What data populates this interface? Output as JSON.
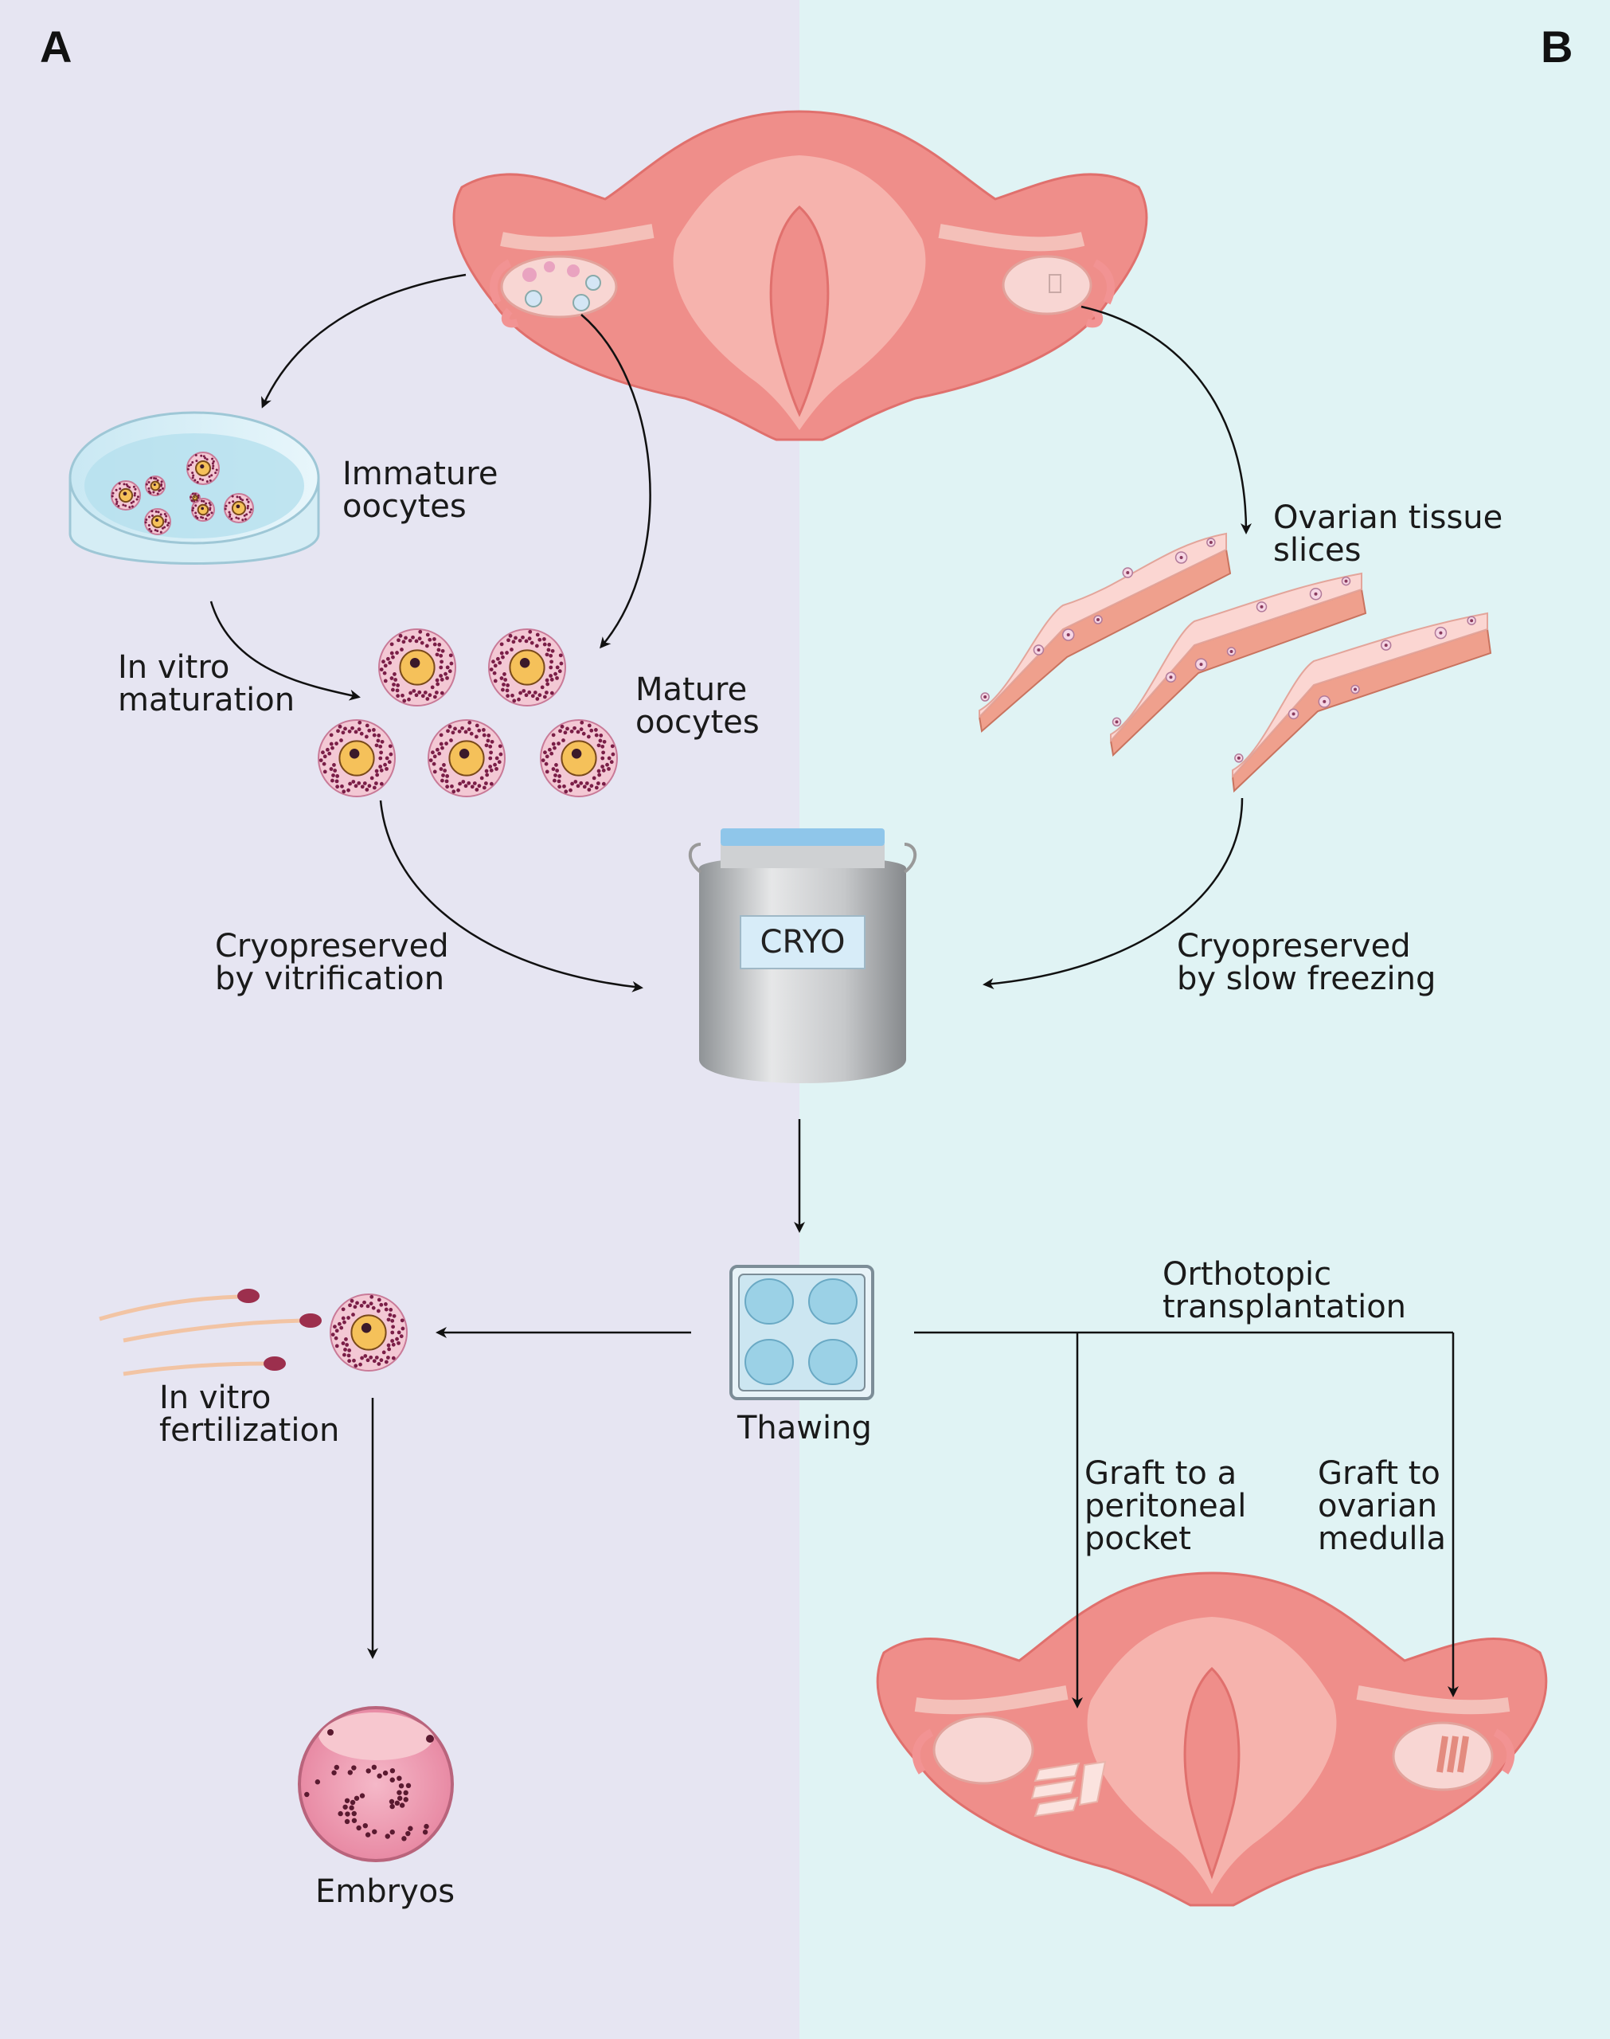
{
  "panels": {
    "left": "A",
    "right": "B"
  },
  "colors": {
    "bg_left": "#e6e5f2",
    "bg_right": "#e0f3f4",
    "uterus_outer": "#ef8e8a",
    "uterus_inner": "#f6b3ad",
    "ovary": "#f8d6d3",
    "oocyte_ring": "#f3c8d4",
    "oocyte_yolk": "#f5c15a",
    "tissue_top": "#fbd6d2",
    "tissue_side": "#efa08d",
    "tank_body": "#bdbfc1",
    "tank_lid": "#8fc6ea",
    "dish_well": "#9bd1e6"
  },
  "labels": {
    "immature": [
      "Immature",
      "oocytes"
    ],
    "ivm": [
      "In vitro",
      "maturation"
    ],
    "mature": [
      "Mature",
      "oocytes"
    ],
    "tissue": [
      "Ovarian tissue",
      "slices"
    ],
    "vitrification": [
      "Cryopreserved",
      "by vitrification"
    ],
    "slow": [
      "Cryopreserved",
      "by slow freezing"
    ],
    "cryo": "CRYO",
    "thawing": "Thawing",
    "ivf": [
      "In vitro",
      "fertilization"
    ],
    "orthotopic": [
      "Orthotopic",
      "transplantation"
    ],
    "graft_peritoneal": [
      "Graft to a",
      "peritoneal",
      "pocket"
    ],
    "graft_medulla": [
      "Graft to",
      "ovarian",
      "medulla"
    ],
    "embryos": "Embryos"
  }
}
